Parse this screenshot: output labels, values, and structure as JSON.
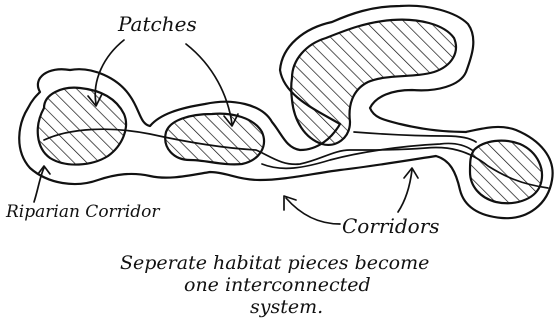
{
  "labels": {
    "patches": "Patches",
    "riparian_corridor": "Riparian Corridor",
    "corridors": "Corridors"
  },
  "caption": {
    "line1": "Seperate habitat pieces become",
    "line2": "one interconnected",
    "line3": "system."
  },
  "colors": {
    "ink": "#111111",
    "paper": "#ffffff"
  }
}
